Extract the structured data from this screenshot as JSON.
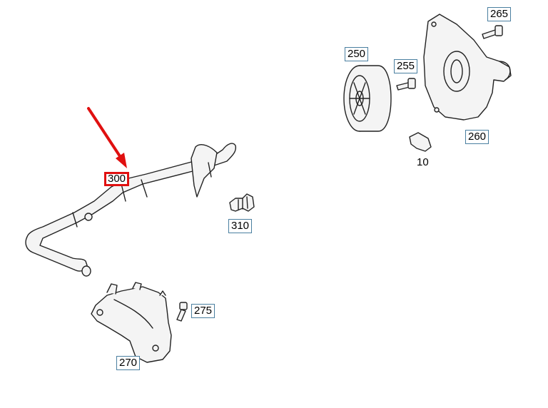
{
  "diagram": {
    "selected_part": "300",
    "accent_color": "#e01010",
    "callout_border_color": "#4a7fa0",
    "callouts": {
      "c300": "300",
      "c310": "310",
      "c270": "270",
      "c275": "275",
      "c250": "250",
      "c255": "255",
      "c260": "260",
      "c265": "265"
    },
    "labels": {
      "l10": "10"
    }
  }
}
